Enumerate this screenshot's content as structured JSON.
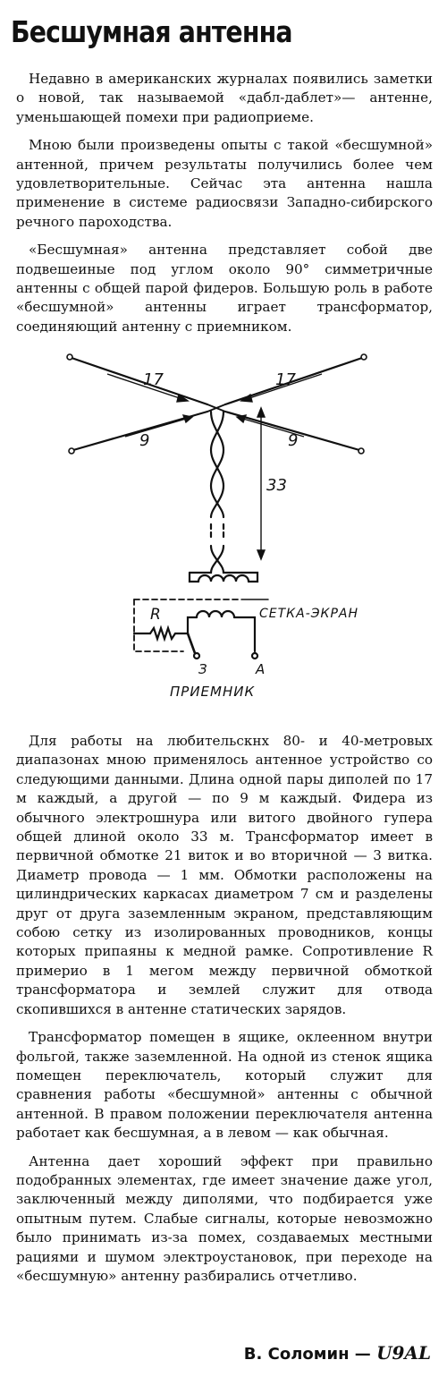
{
  "article": {
    "title": "Бесшумная антенна",
    "paragraphs_top": [
      "Недавно в американских журналах появились заметки о новой, так называемой «дабл-даблет»— антенне, уменьшающей помехи при радиоприеме.",
      "Мною были произведены опыты с такой «бесшумной» антенной, причем результаты получились более чем удовлетворительные. Сейчас эта антенна нашла применение в системе радиосвязи Западно-сибирского речного пароходства.",
      "«Бесшумная» антенна представляет собой две подвешеиные под углом около 90° симметричные антенны с общей парой фидеров. Большую роль в работе «бесшумной» антенны играет трансформатор, соединяющий антенну с приемником."
    ],
    "paragraphs_bottom": [
      "Для работы на любительскнх 80- и 40-метровых диапазонах мною применялось антенное устройство со следующими данными. Длина одной пары диполей по 17 м каждый, а другой — по 9 м каждый. Фидера из обычного электрошнура или витого двойного гупера общей длиной около 33 м. Трансформатор имеет в первичной обмотке 21 виток и во вторичной — 3 витка. Диаметр провода — 1 мм. Обмотки расположены на цилиндрических каркасах диаметром 7 см и разделены друг от друга заземленным экраном, представляющим собою сетку из изолированных проводников, концы которых припаяны к медной рамке. Сопротивление R примерио в 1 мегом между первичной обмоткой трансформатора и землей служит для отвода скопившихся в антенне статических зарядов.",
      "Трансформатор помещен в ящике, оклеенном внутри фольгой, также заземленной. На одной из стенок ящика помещен переключатель, который служит для сравнения работы «бесшумной» антенны с обычной антенной. В правом положении переключателя антенна работает как бесшумная, а в левом — как обычная.",
      "Антенна дает хороший эффект при правильно подобранных элементах, где имеет значение даже угол, заключенный между диполями, что подбирается уже опытным путем. Слабые сигналы, которые невозможно было принимать из-за помех, создаваемых местными рациями и шумом электроустановок, при переходе на «бесшумную» антенну разбирались отчетливо."
    ],
    "author": "В. Соломин —",
    "callsign": "U9AL"
  },
  "diagram": {
    "label_17_left": "17",
    "label_17_right": "17",
    "label_9_left": "9",
    "label_9_right": "9",
    "label_33": "33",
    "label_R": "R",
    "label_screen": "СЕТКА-ЭКРАН",
    "label_Z": "З",
    "label_A": "А",
    "label_receiver": "ПРИЕМНИК"
  }
}
